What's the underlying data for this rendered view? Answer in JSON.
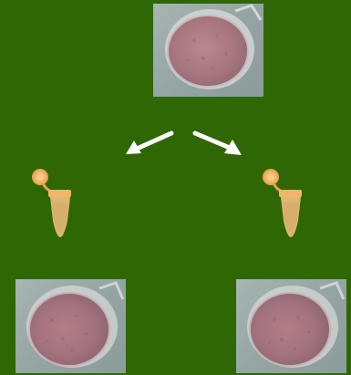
{
  "diagram": {
    "background_color": "#2f6704",
    "nodes": [
      {
        "id": "top-plate",
        "kind": "petri-dish-photo"
      },
      {
        "id": "tube-left",
        "kind": "microcentrifuge-tube"
      },
      {
        "id": "tube-right",
        "kind": "microcentrifuge-tube"
      },
      {
        "id": "left-plate",
        "kind": "petri-dish-photo"
      },
      {
        "id": "right-plate",
        "kind": "petri-dish-photo"
      }
    ],
    "edges": [
      {
        "from": "top-plate",
        "to": "tube-left",
        "style": "white-arrow"
      },
      {
        "from": "top-plate",
        "to": "tube-right",
        "style": "white-arrow"
      }
    ],
    "colors": {
      "arrow": "#ffffff",
      "tube_body": "#e9c283",
      "tube_cap": "#f2b56a",
      "plate_agar": "#b48a90",
      "plate_photo_bg": "#9aaaa8"
    }
  }
}
